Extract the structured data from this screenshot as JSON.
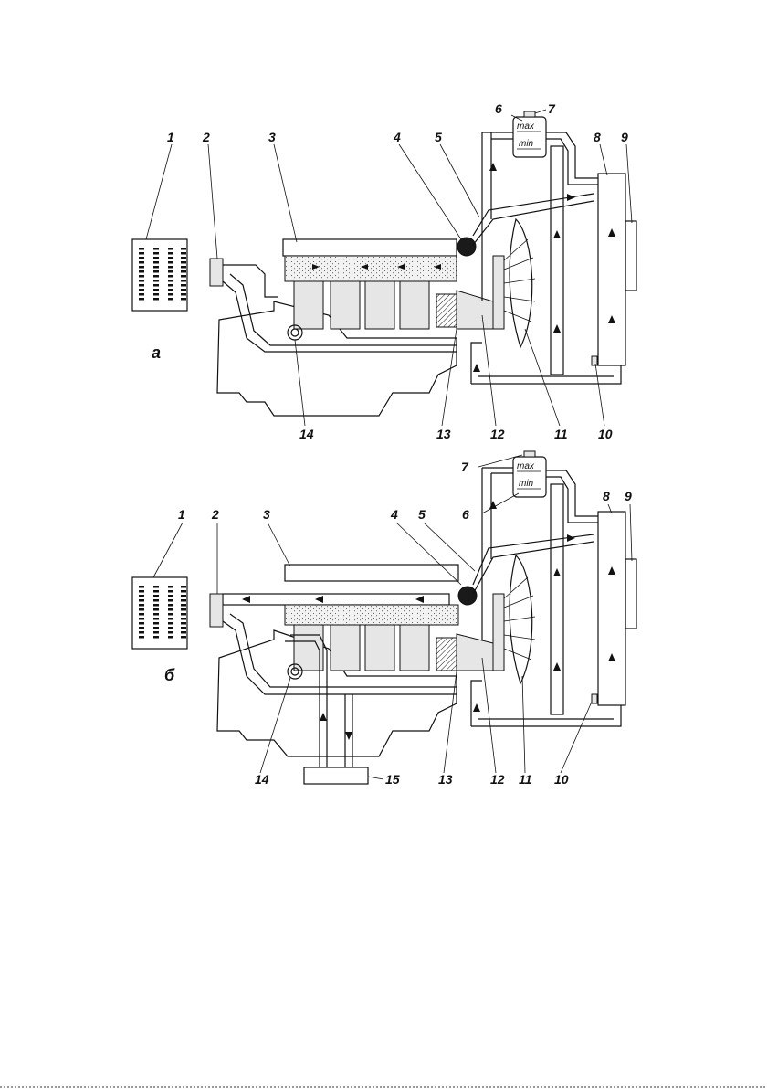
{
  "figure": {
    "panels": [
      {
        "letter": "а",
        "tank_max": "max",
        "tank_min": "min",
        "callouts": [
          "1",
          "2",
          "3",
          "4",
          "5",
          "6",
          "7",
          "8",
          "9",
          "10",
          "11",
          "12",
          "13",
          "14"
        ]
      },
      {
        "letter": "б",
        "tank_max": "max",
        "tank_min": "min",
        "callouts": [
          "1",
          "2",
          "3",
          "4",
          "5",
          "6",
          "7",
          "8",
          "9",
          "10",
          "11",
          "12",
          "13",
          "14",
          "15"
        ]
      }
    ]
  }
}
